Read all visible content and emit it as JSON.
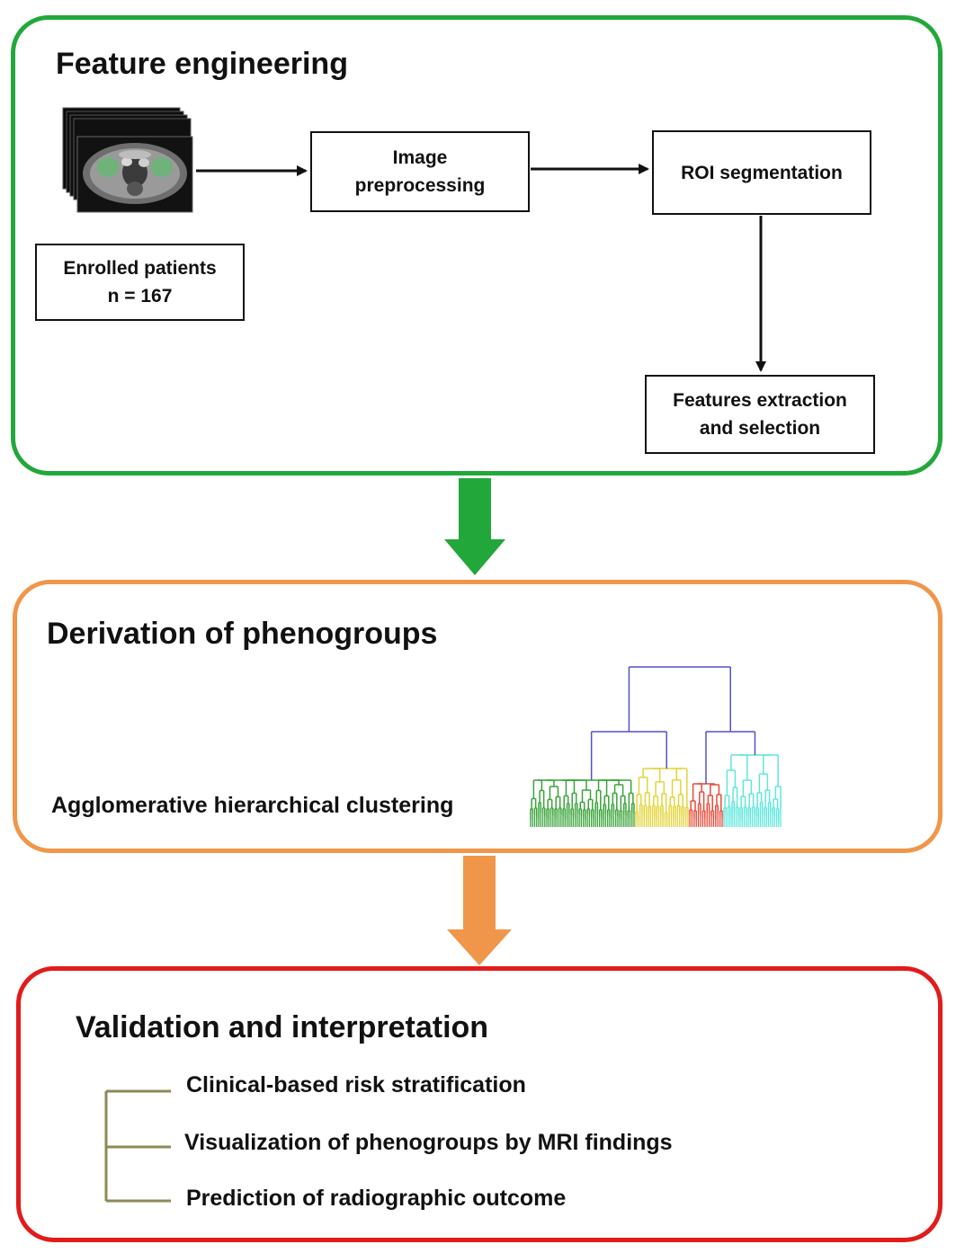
{
  "feature_engineering": {
    "title": "Feature engineering",
    "enrolled_box": "Enrolled patients\nn = 167",
    "preprocessing_box": "Image\npreprocessing",
    "roi_box": "ROI segmentation",
    "features_box": "Features extraction\nand selection"
  },
  "phenogroups": {
    "title": "Derivation of phenogroups",
    "clustering_label": "Agglomerative hierarchical clustering",
    "cluster_colors": [
      "#3aa33a",
      "#e2d43a",
      "#e84a3a",
      "#5fe6dc"
    ],
    "link_color": "#5252c8"
  },
  "validation": {
    "title": "Validation and interpretation",
    "items": [
      "Clinical-based risk stratification",
      "Visualization of phenogroups by MRI findings",
      "Prediction of radiographic outcome"
    ]
  },
  "colors": {
    "panel1": "#22a83a",
    "panel2": "#f0964a",
    "panel3": "#e21b1b",
    "bracket": "#8c8a55"
  }
}
